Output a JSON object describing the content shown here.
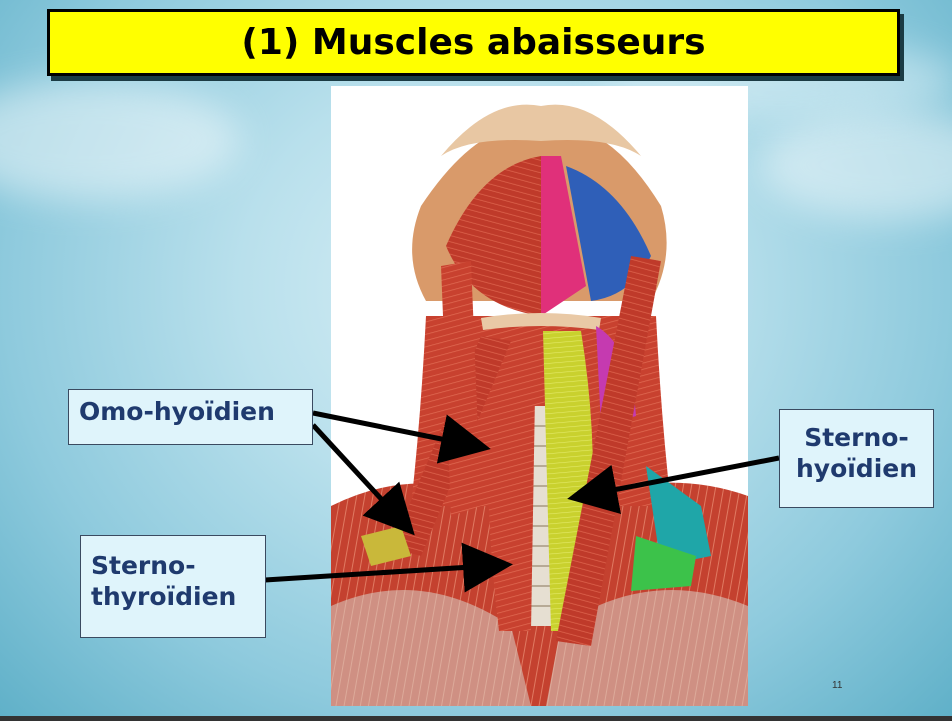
{
  "slide": {
    "title": "(1) Muscles abaisseurs",
    "page_number": "11"
  },
  "labels": {
    "omohyoid": "Omo-hyoïdien",
    "sternohyoid_line1": "Sterno-",
    "sternohyoid_line2": "hyoïdien",
    "sternothyroid_line1": "Sterno-",
    "sternothyroid_line2": "thyroïdien"
  },
  "colors": {
    "title_bg": "#ffff00",
    "label_text": "#1f3a6e",
    "label_bg": "#dff4fb",
    "muscle_red": "#c8412f",
    "sternohyoid_yellow": "#c9d12e",
    "digastric_pink": "#e0307a",
    "mylohyoid_blue": "#2f5fb8"
  }
}
